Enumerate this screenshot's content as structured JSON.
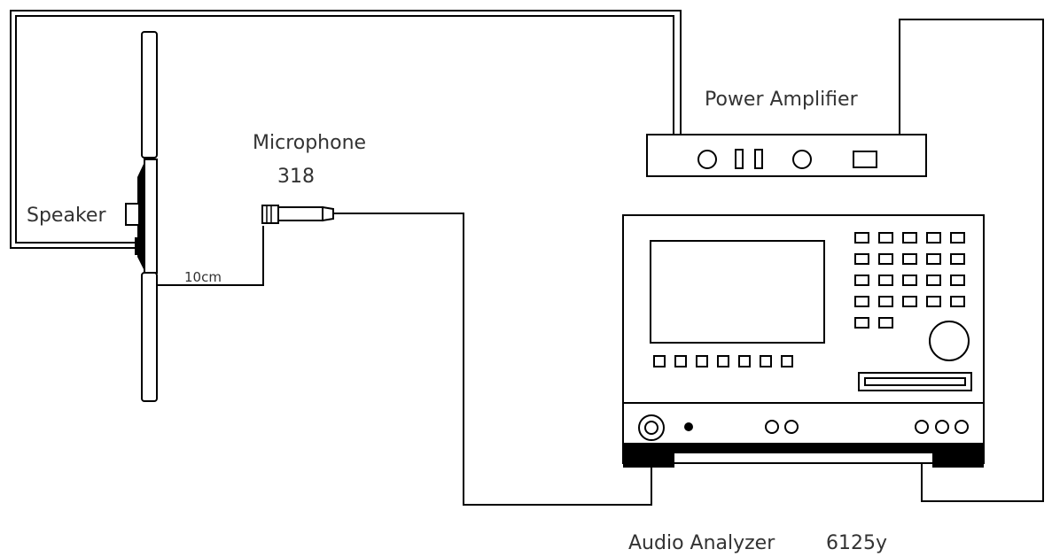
{
  "labels": {
    "speaker": "Speaker",
    "microphone": "Microphone",
    "microphone_model": "318",
    "distance": "10cm",
    "power_amplifier": "Power Amplifier",
    "audio_analyzer": "Audio Analyzer",
    "audio_analyzer_model": "6125y"
  },
  "components": [
    {
      "id": "speaker",
      "icon": "speaker-icon"
    },
    {
      "id": "microphone",
      "icon": "microphone-icon"
    },
    {
      "id": "power_amplifier",
      "icon": "amplifier-icon"
    },
    {
      "id": "audio_analyzer",
      "icon": "analyzer-icon"
    }
  ],
  "connections": [
    {
      "from": "power_amplifier",
      "to": "speaker"
    },
    {
      "from": "microphone",
      "to": "audio_analyzer"
    },
    {
      "from": "audio_analyzer",
      "to": "power_amplifier"
    }
  ]
}
